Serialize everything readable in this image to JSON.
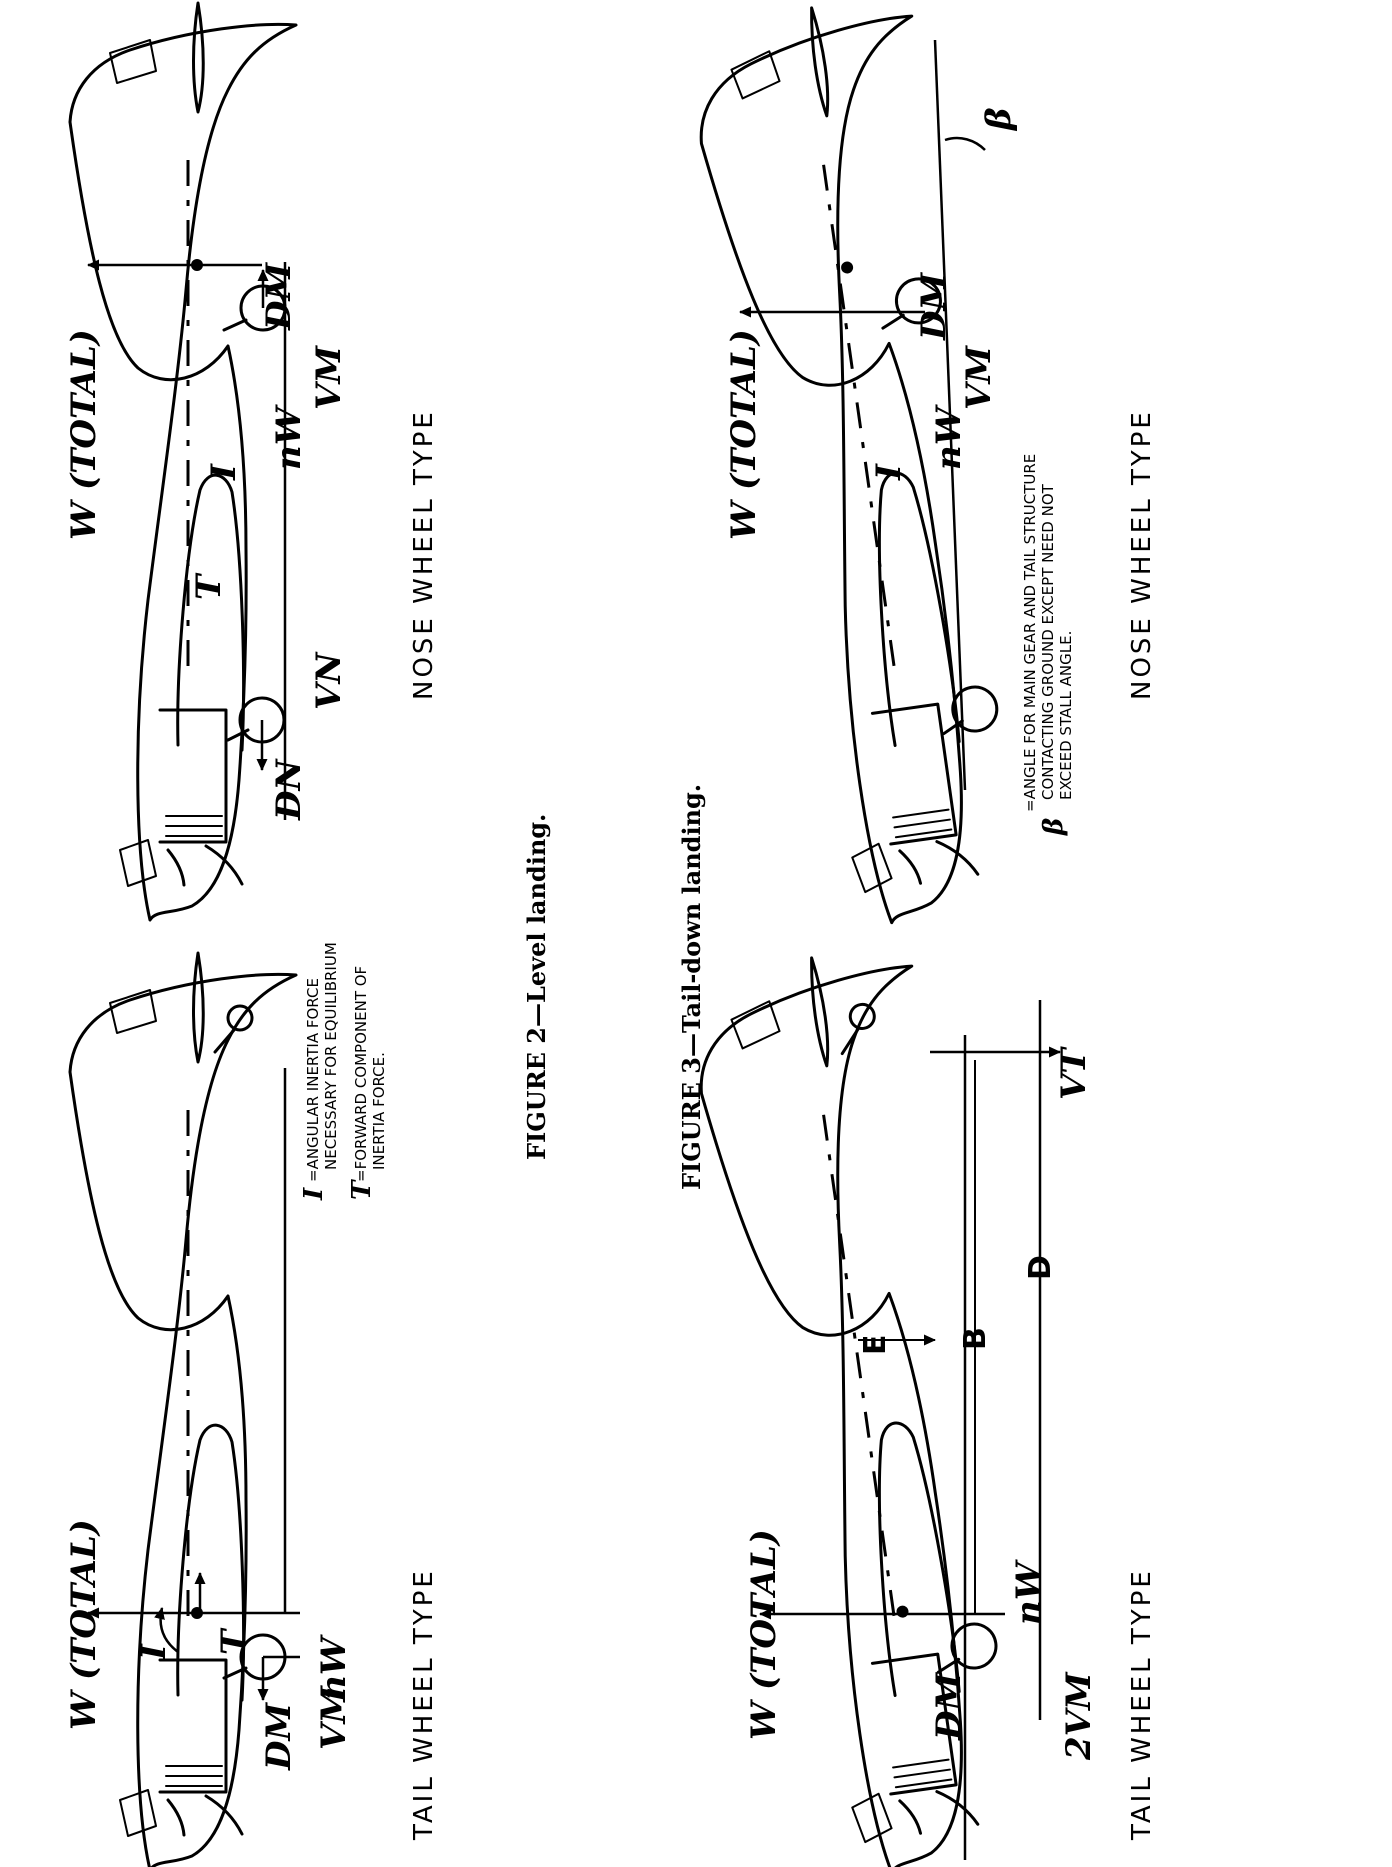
{
  "captions": {
    "figure2": "FIGURE 2—Level landing.",
    "figure3": "FIGURE 3—Tail-down landing."
  },
  "legend": {
    "i_symbol": "I",
    "i_line1": "=ANGULAR INERTIA FORCE",
    "i_line2": "NECESSARY FOR EQUILIBRIUM",
    "t_symbol": "T",
    "t_line1": "=FORWARD COMPONENT OF",
    "t_line2": "INERTIA FORCE."
  },
  "beta_note": {
    "symbol": "β",
    "line1": "=ANGLE FOR MAIN GEAR AND TAIL STRUCTURE",
    "line2": "CONTACTING GROUND EXCEPT NEED NOT",
    "line3": "EXCEED STALL ANGLE."
  },
  "panels": {
    "level_tail": {
      "type_label": "TAIL WHEEL TYPE",
      "weight": "W (TOTAL)",
      "inertia": "I",
      "thrust": "T",
      "load_factor": "nW",
      "vertical": "VM",
      "drag": "DM"
    },
    "level_nose": {
      "type_label": "NOSE WHEEL TYPE",
      "weight": "W (TOTAL)",
      "inertia": "I",
      "thrust": "T",
      "load_factor": "nW",
      "vertical_main": "VM",
      "drag_main": "DM",
      "vertical_nose": "VN",
      "drag_nose": "DN"
    },
    "taildown_tail": {
      "type_label": "TAIL WHEEL TYPE",
      "weight": "W (TOTAL)",
      "load_factor": "nW",
      "vertical_main": "2VM",
      "drag_main": "DM",
      "vertical_tail": "VT",
      "dim_e": "E",
      "dim_b": "B",
      "dim_d": "D"
    },
    "taildown_nose": {
      "type_label": "NOSE WHEEL TYPE",
      "weight": "W (TOTAL)",
      "inertia": "I",
      "load_factor": "nW",
      "vertical_main": "VM",
      "drag_main": "DM",
      "angle": "β"
    }
  }
}
